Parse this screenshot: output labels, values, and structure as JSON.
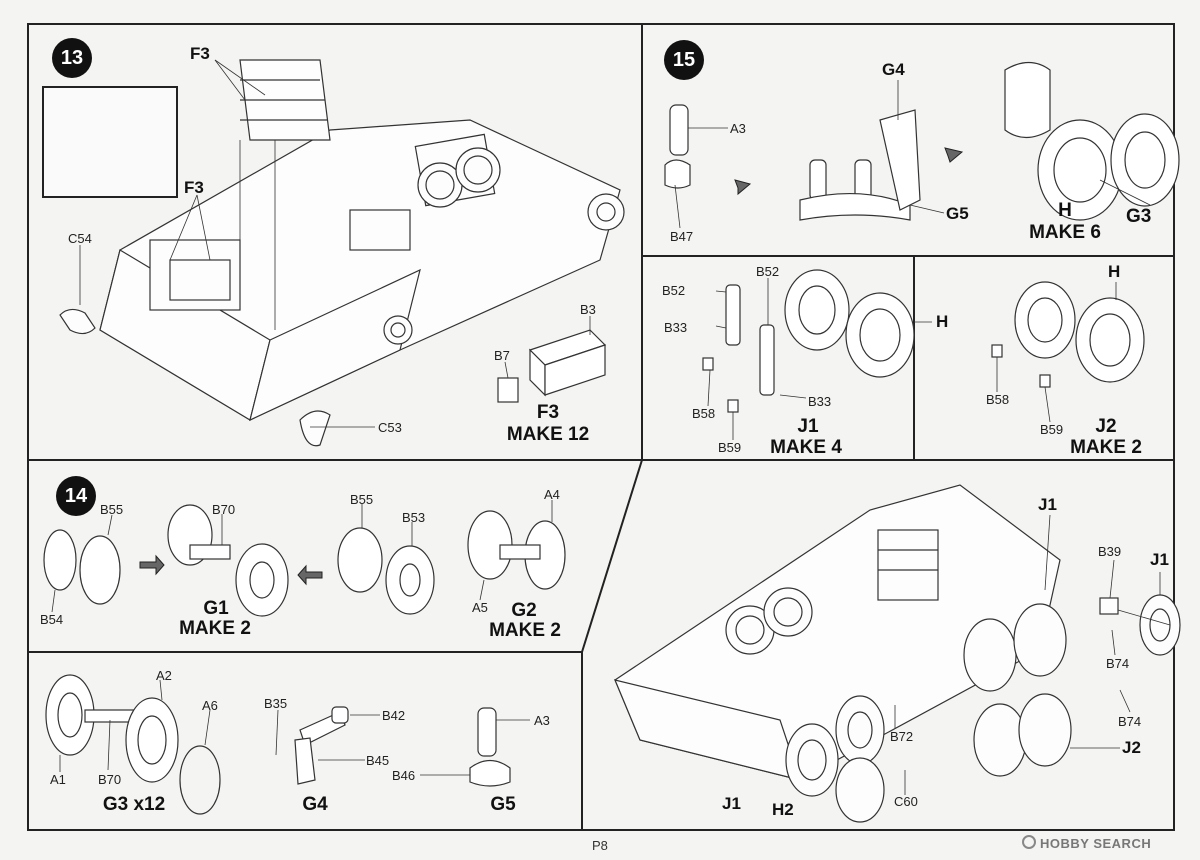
{
  "page_number": "P8",
  "watermark": "HOBBY SEARCH",
  "steps": {
    "s13": {
      "number": "13",
      "labels": [
        "F3",
        "F3",
        "C54",
        "C53",
        "B3",
        "B7"
      ],
      "caption_title": "F3",
      "caption_make": "MAKE 12"
    },
    "s15": {
      "number": "15",
      "top_labels": [
        "A3",
        "B47",
        "G4",
        "G5"
      ],
      "top_caption_title": "H",
      "top_caption_make": "MAKE 6",
      "top_caption_g3": "G3",
      "j1_labels": [
        "B52",
        "B52",
        "B33",
        "B33",
        "B58",
        "B59",
        "H"
      ],
      "j1_caption_title": "J1",
      "j1_caption_make": "MAKE 4",
      "j2_labels": [
        "H",
        "B58",
        "B59"
      ],
      "j2_caption_title": "J2",
      "j2_caption_make": "MAKE 2"
    },
    "s14": {
      "number": "14",
      "labels": [
        "B55",
        "B54",
        "B70",
        "B55",
        "B53",
        "A4",
        "A5"
      ],
      "g1_title": "G1",
      "g1_make": "MAKE 2",
      "g2_title": "G2",
      "g2_make": "MAKE 2"
    },
    "bottom": {
      "labels": [
        "A2",
        "A6",
        "A1",
        "B70",
        "B35",
        "B42",
        "B45",
        "A3",
        "B46"
      ],
      "g3_caption": "G3 x12",
      "g4_caption": "G4",
      "g5_caption": "G5"
    },
    "final": {
      "labels": [
        "J1",
        "B39",
        "J1",
        "B74",
        "B74",
        "B72",
        "C60",
        "J2",
        "J1",
        "H2"
      ]
    }
  }
}
